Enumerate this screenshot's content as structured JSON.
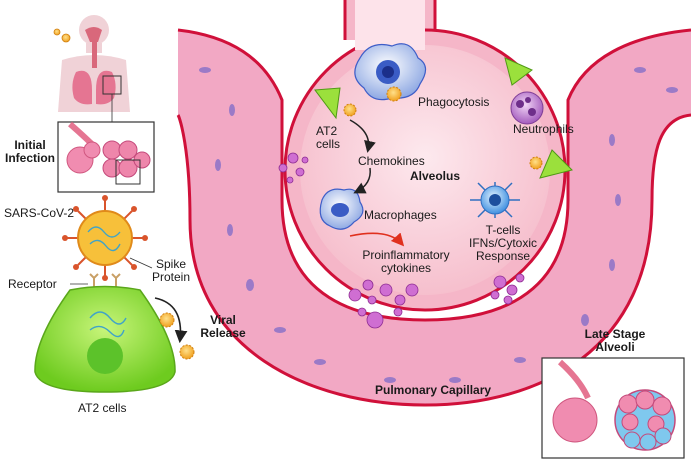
{
  "labels": {
    "initial_infection": "Initial\nInfection",
    "sars_cov_2": "SARS-CoV-2",
    "spike_protein": "Spike\nProtein",
    "receptor": "Receptor",
    "viral_release": "Viral\nRelease",
    "at2_cells_bottom": "AT2 cells",
    "at2_cells_inner": "AT2\ncells",
    "chemokines": "Chemokines",
    "phagocytosis": "Phagocytosis",
    "neutrophils": "Neutrophils",
    "alveolus": "Alveolus",
    "macrophages": "Macrophages",
    "proinflammatory": "Proinflammatory\ncytokines",
    "tcells": "T-cells\nIFNs/Cytoxic\nResponse",
    "pulmonary_capillary": "Pulmonary Capillary",
    "late_stage": "Late Stage\nAlveoli"
  },
  "colors": {
    "vessel_wall": "#f2a8c4",
    "vessel_line": "#d0103a",
    "alveolus_fill": "#fbd7e0",
    "virus": "#f5a623",
    "at2_cell": "#9be03c",
    "cytokine": "#b545b8",
    "fluid": "#7fc8ee"
  }
}
